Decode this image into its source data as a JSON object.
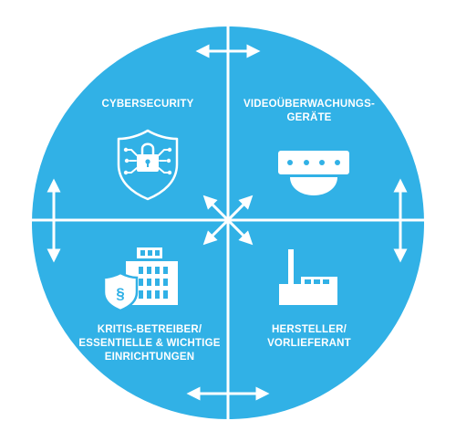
{
  "colors": {
    "circle": "#31B1E6",
    "foreground": "#FFFFFF"
  },
  "quadrants": [
    {
      "id": "cybersecurity",
      "lines": [
        "CYBERSECURITY"
      ],
      "icon": "shield-lock-icon"
    },
    {
      "id": "video",
      "lines": [
        "VIDEOÜBERWACHUNGS-",
        "GERÄTE"
      ],
      "icon": "dome-camera-icon"
    },
    {
      "id": "kritis",
      "lines": [
        "KRITIS-BETREIBER/",
        "ESSENTIELLE & WICHTIGE",
        "EINRICHTUNGEN"
      ],
      "icon": "office-building-shield-icon"
    },
    {
      "id": "manufacturer",
      "lines": [
        "HERSTELLER/",
        "VORLIEFERANT"
      ],
      "icon": "factory-icon"
    }
  ],
  "arrows": [
    "top-double-arrow-icon",
    "bottom-double-arrow-icon",
    "left-double-arrow-icon",
    "right-double-arrow-icon",
    "center-cross-arrows-icon"
  ]
}
